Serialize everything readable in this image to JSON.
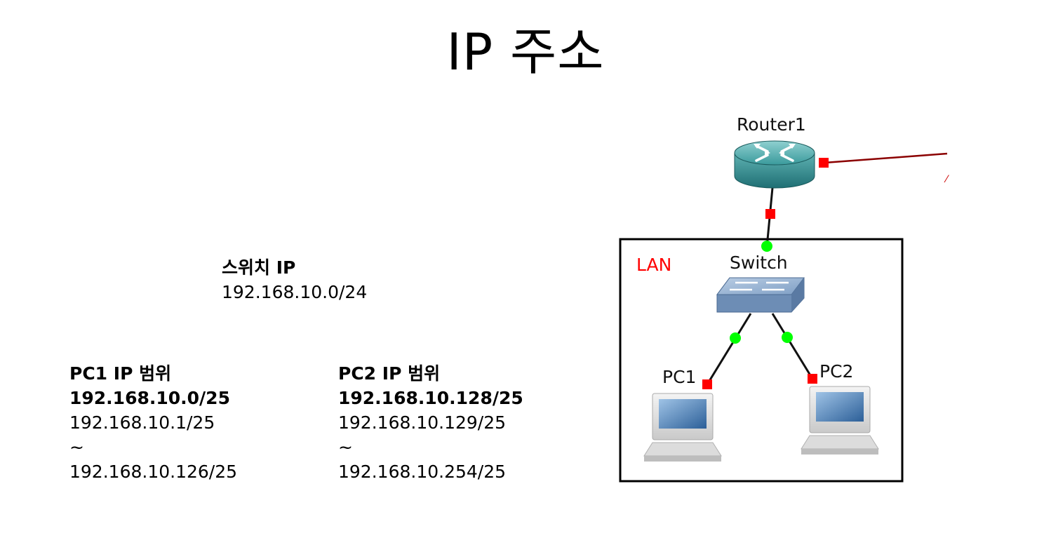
{
  "title": "IP 주소",
  "switch_info": {
    "heading": "스위치 IP",
    "network": "192.168.10.0/24"
  },
  "pc1_info": {
    "heading": "PC1 IP 범위",
    "network": "192.168.10.0/25",
    "range_start": "192.168.10.1/25",
    "separator": "~",
    "range_end": "192.168.10.126/25"
  },
  "pc2_info": {
    "heading": "PC2 IP 범위",
    "network": "192.168.10.128/25",
    "range_start": "192.168.10.129/25",
    "separator": "~",
    "range_end": "192.168.10.254/25"
  },
  "diagram": {
    "router_label": "Router1",
    "switch_label": "Switch",
    "lan_label": "LAN",
    "pc1_label": "PC1",
    "pc2_label": "PC2",
    "colors": {
      "lan_label": "#ff0000",
      "port_up": "#00ff00",
      "port_down": "#ff0000",
      "uplink": "#8b0000",
      "router_body": "#2e8b8b",
      "switch_body": "#7f9fc5"
    }
  }
}
